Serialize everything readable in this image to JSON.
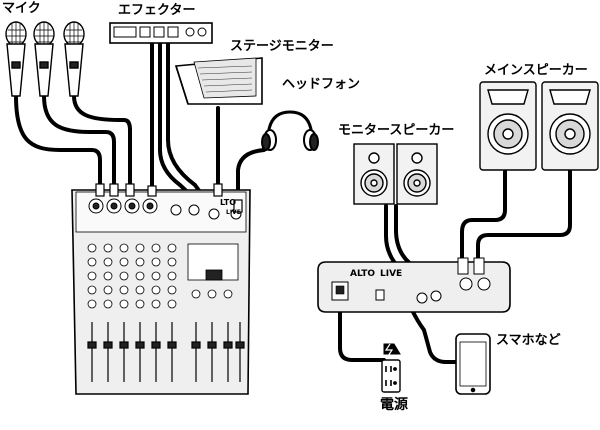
{
  "labels": {
    "mic": "マイク",
    "effector": "エフェクター",
    "stage_monitor": "ステージモニター",
    "headphones": "ヘッドフォン",
    "main_speakers": "メインスピーカー",
    "monitor_speakers": "モニタースピーカー",
    "smartphone": "スマホなど",
    "power": "電源"
  },
  "brand": {
    "mixer_logo": "LTO",
    "mixer_model": "LIVE",
    "rear_logo": "ALTO",
    "rear_model": "LIVE"
  },
  "colors": {
    "line": "#000000",
    "device_fill": "#ffffff",
    "mixer_fill": "#efefef",
    "speaker_cabinet": "#f2f2f2",
    "cone": "#d8d8d8"
  }
}
